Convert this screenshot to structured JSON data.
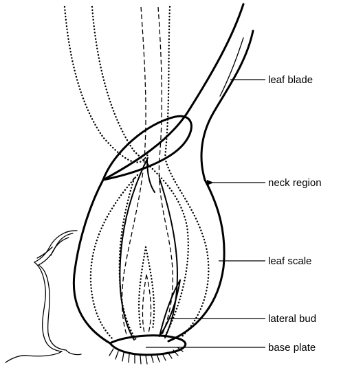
{
  "labels": {
    "leaf_blade": "leaf blade",
    "neck_region": "neck region",
    "leaf_scale": "leaf scale",
    "lateral_bud": "lateral bud",
    "base_plate": "base plate"
  }
}
